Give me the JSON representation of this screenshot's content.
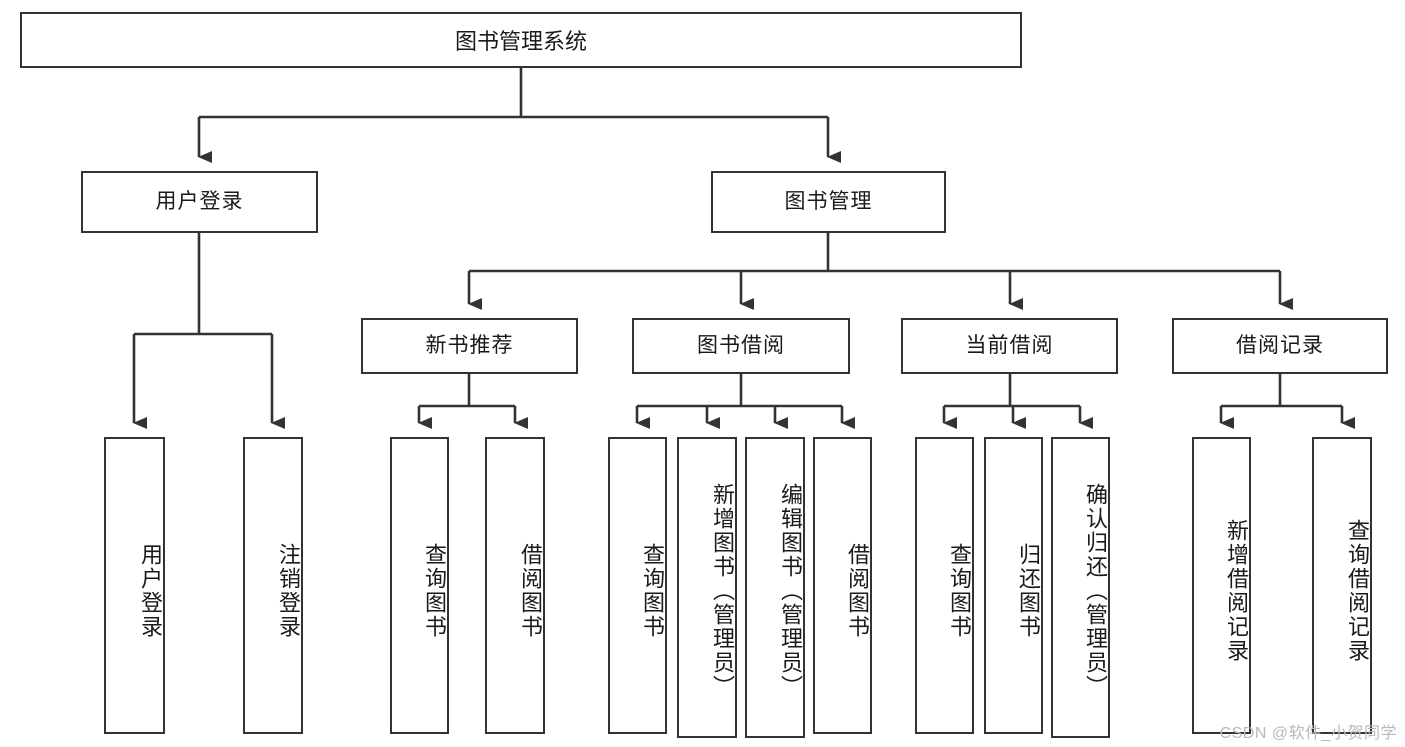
{
  "diagram": {
    "title": "图书管理系统",
    "type": "tree-hierarchy-diagram",
    "root": {
      "label": "图书管理系统"
    },
    "level2": [
      {
        "label": "用户登录"
      },
      {
        "label": "图书管理"
      }
    ],
    "level3": [
      {
        "label": "新书推荐"
      },
      {
        "label": "图书借阅"
      },
      {
        "label": "当前借阅"
      },
      {
        "label": "借阅记录"
      }
    ],
    "leaves": {
      "user_login": [
        {
          "label": "用户登录"
        },
        {
          "label": "注销登录"
        }
      ],
      "new_book_recommend": [
        {
          "label": "查询图书"
        },
        {
          "label": "借阅图书"
        }
      ],
      "book_borrow": [
        {
          "label": "查询图书"
        },
        {
          "label": "新增图书（管理员）"
        },
        {
          "label": "编辑图书（管理员）"
        },
        {
          "label": "借阅图书"
        }
      ],
      "current_borrow": [
        {
          "label": "查询图书"
        },
        {
          "label": "归还图书"
        },
        {
          "label": "确认归还（管理员）"
        }
      ],
      "borrow_record": [
        {
          "label": "新增借阅记录"
        },
        {
          "label": "查询借阅记录"
        }
      ]
    }
  },
  "watermark": {
    "text": "CSDN @软件_小贺同学"
  },
  "colors": {
    "stroke": "#333333",
    "background": "#ffffff",
    "text": "#1a1a1a",
    "watermark": "#b9b9b9"
  }
}
